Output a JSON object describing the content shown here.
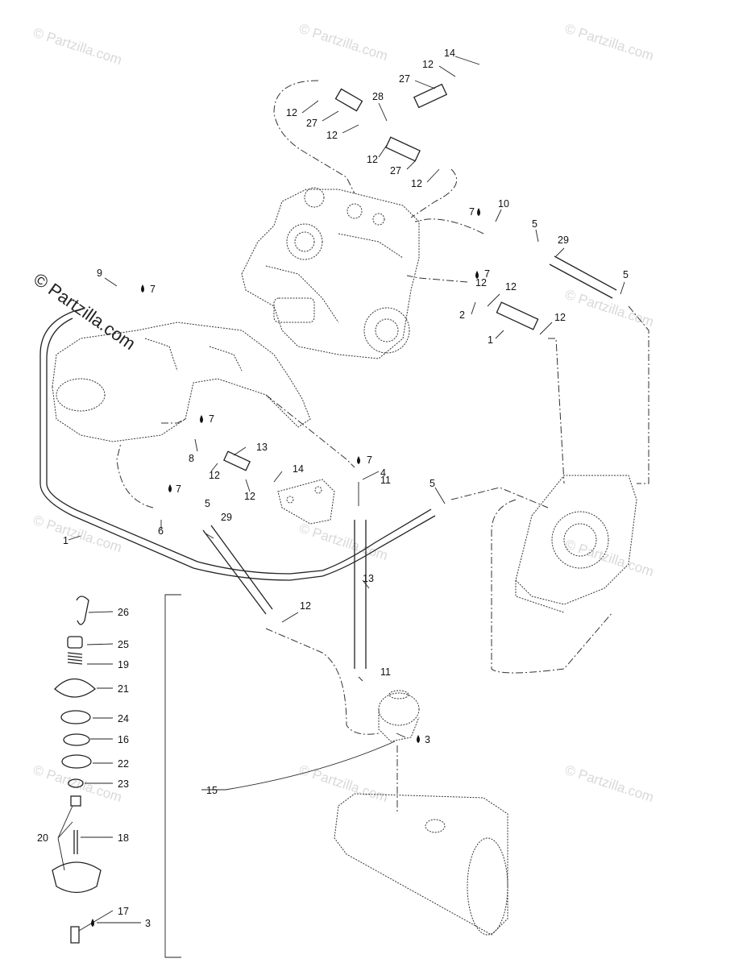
{
  "watermark": {
    "text": "© Partzilla.com",
    "main_text": "© Partzilla.com"
  },
  "callouts": [
    {
      "id": "c1",
      "text": "14"
    },
    {
      "id": "c2",
      "text": "12"
    },
    {
      "id": "c3",
      "text": "27"
    },
    {
      "id": "c4",
      "text": "28"
    },
    {
      "id": "c5",
      "text": "12"
    },
    {
      "id": "c6",
      "text": "27"
    },
    {
      "id": "c7",
      "text": "12"
    },
    {
      "id": "c8",
      "text": "12"
    },
    {
      "id": "c9",
      "text": "27"
    },
    {
      "id": "c10",
      "text": "12"
    },
    {
      "id": "c11",
      "text": "10"
    },
    {
      "id": "c12",
      "text": "7"
    },
    {
      "id": "c13",
      "text": "5"
    },
    {
      "id": "c14",
      "text": "29"
    },
    {
      "id": "c15",
      "text": "5"
    },
    {
      "id": "c16",
      "text": "7"
    },
    {
      "id": "c17",
      "text": "12"
    },
    {
      "id": "c18",
      "text": "2"
    },
    {
      "id": "c19",
      "text": "12"
    },
    {
      "id": "c20",
      "text": "1"
    },
    {
      "id": "c21",
      "text": "9"
    },
    {
      "id": "c22",
      "text": "7"
    },
    {
      "id": "c23",
      "text": "7"
    },
    {
      "id": "c24",
      "text": "8"
    },
    {
      "id": "c25",
      "text": "13"
    },
    {
      "id": "c26",
      "text": "12"
    },
    {
      "id": "c27",
      "text": "14"
    },
    {
      "id": "c28",
      "text": "12"
    },
    {
      "id": "c29",
      "text": "7"
    },
    {
      "id": "c30",
      "text": "4"
    },
    {
      "id": "c31",
      "text": "7"
    },
    {
      "id": "c32",
      "text": "5"
    },
    {
      "id": "c33",
      "text": "29"
    },
    {
      "id": "c34",
      "text": "6"
    },
    {
      "id": "c35",
      "text": "11"
    },
    {
      "id": "c36",
      "text": "5"
    },
    {
      "id": "c37",
      "text": "1"
    },
    {
      "id": "c38",
      "text": "13"
    },
    {
      "id": "c39",
      "text": "12"
    },
    {
      "id": "c40",
      "text": "11"
    },
    {
      "id": "c41",
      "text": "3"
    },
    {
      "id": "c42",
      "text": "26"
    },
    {
      "id": "c43",
      "text": "25"
    },
    {
      "id": "c44",
      "text": "19"
    },
    {
      "id": "c45",
      "text": "21"
    },
    {
      "id": "c46",
      "text": "24"
    },
    {
      "id": "c47",
      "text": "16"
    },
    {
      "id": "c48",
      "text": "22"
    },
    {
      "id": "c49",
      "text": "23"
    },
    {
      "id": "c50",
      "text": "15"
    },
    {
      "id": "c51",
      "text": "20"
    },
    {
      "id": "c52",
      "text": "18"
    },
    {
      "id": "c53",
      "text": "17"
    },
    {
      "id": "c54",
      "text": "3"
    },
    {
      "id": "c55",
      "text": "12"
    }
  ]
}
